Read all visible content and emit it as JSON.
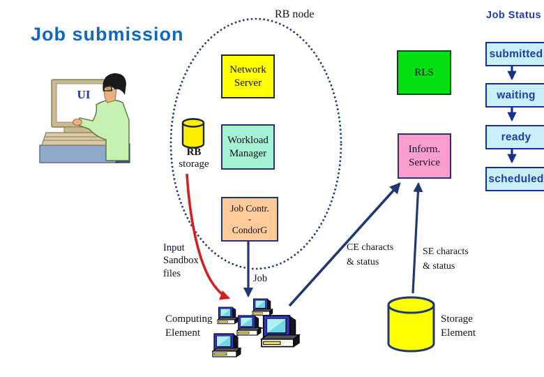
{
  "slide": {
    "title": "Job submission"
  },
  "diagram": {
    "rb_node_label": "RB node",
    "ui_label": "UI",
    "rb_storage": {
      "line1": "RB",
      "line2": "storage"
    },
    "boxes": {
      "network_server": {
        "line1": "Network",
        "line2": "Server"
      },
      "workload_manager": {
        "line1": "Workload",
        "line2": "Manager"
      },
      "job_controller": {
        "line1": "Job Contr.",
        "line2": "-",
        "line3": "CondorG"
      },
      "rls": {
        "label": "RLS"
      },
      "inform_service": {
        "line1": "Inform.",
        "line2": "Service"
      }
    },
    "edge_labels": {
      "input_sandbox": {
        "line1": "Input",
        "line2": "Sandbox",
        "line3": "files"
      },
      "job": "Job",
      "ce_characts": {
        "line1": "CE characts",
        "line2": "& status"
      },
      "se_characts": {
        "line1": "SE characts",
        "line2": "& status"
      }
    },
    "computing_element": {
      "line1": "Computing",
      "line2": "Element"
    },
    "storage_element": {
      "line1": "Storage",
      "line2": "Element"
    }
  },
  "job_status": {
    "title": "Job Status",
    "states": [
      "submitted",
      "waiting",
      "ready",
      "scheduled"
    ]
  },
  "icons": {
    "ui_workstation": "person-typing-at-computer",
    "rb_storage": "database-cylinder",
    "storage_element": "database-cylinder",
    "computing_element": "computer-cluster",
    "rb_node_boundary": "dotted-ellipse"
  },
  "colors": {
    "title_blue": "#1168b8",
    "line_navy": "#1f3870",
    "red_arrow": "#d02020",
    "status_navy": "#1d3fa8",
    "status_border": "#172f8f",
    "status_fill": "#c9eff9",
    "network_server_fill": "#ffff00",
    "workload_manager_fill": "#a6f2d4",
    "job_controller_fill": "#ffcc99",
    "rls_fill": "#00df10",
    "inform_service_fill": "#fa9ecd",
    "cylinder_yellow": "#ffee00"
  }
}
